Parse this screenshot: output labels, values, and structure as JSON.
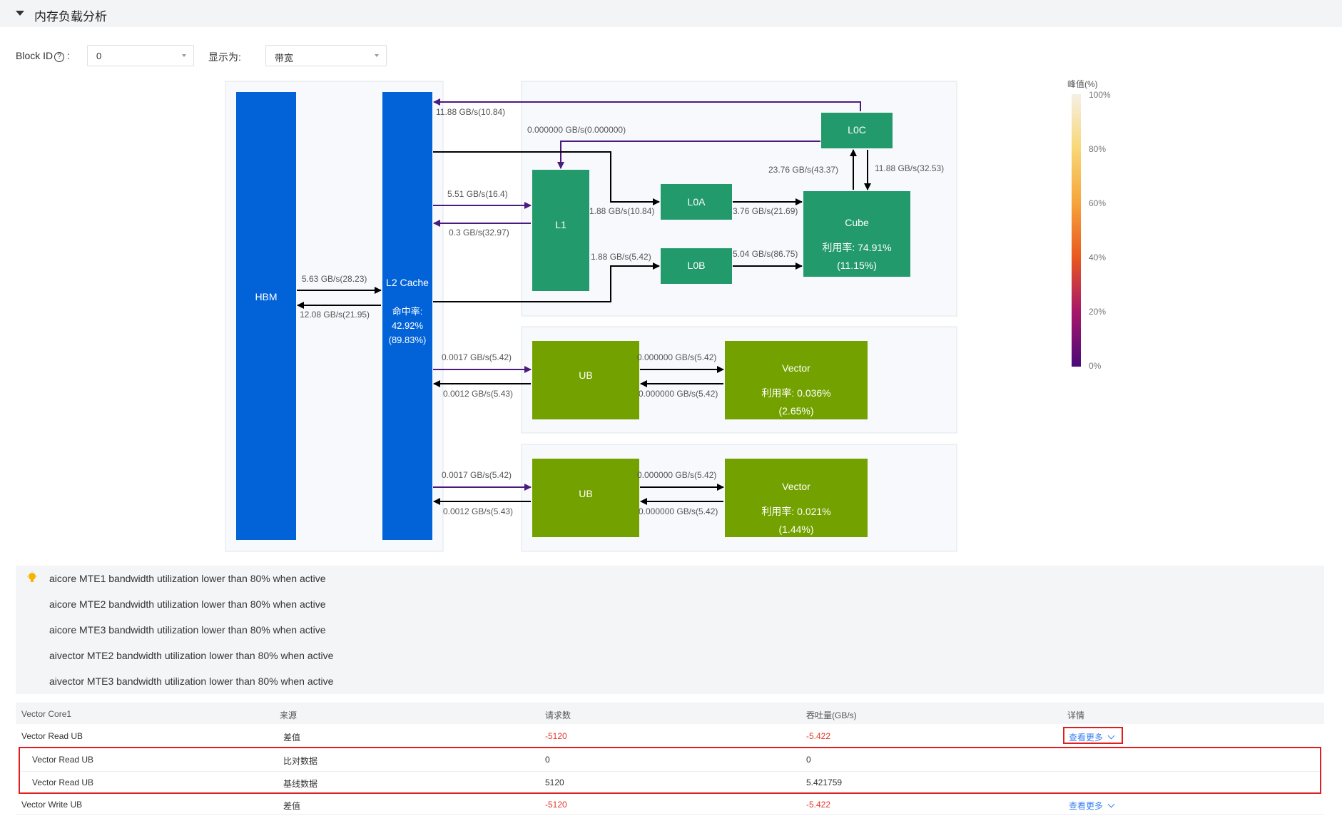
{
  "header": {
    "title": "内存负载分析"
  },
  "controls": {
    "block_label": "Block ID",
    "block_value": "0",
    "display_label": "显示为:",
    "display_value": "带宽"
  },
  "diagram": {
    "hbm": "HBM",
    "l2": {
      "name": "L2 Cache",
      "hit_label": "命中率:",
      "hit_value": "42.92%",
      "hit_extra": "(89.83%)"
    },
    "l1": "L1",
    "l0a": "L0A",
    "l0b": "L0B",
    "l0c": "L0C",
    "cube": {
      "name": "Cube",
      "util": "利用率: 74.91%",
      "util_extra": "(11.15%)"
    },
    "ub1": "UB",
    "ub2": "UB",
    "vector1": {
      "name": "Vector",
      "util": "利用率: 0.036%",
      "util_extra": "(2.65%)"
    },
    "vector2": {
      "name": "Vector",
      "util": "利用率: 0.021%",
      "util_extra": "(1.44%)"
    },
    "labels": {
      "hbm_to_l2": "5.63 GB/s(28.23)",
      "l2_to_hbm": "12.08 GB/s(21.95)",
      "l0c_to_l2": "11.88 GB/s(10.84)",
      "l0c_to_l1": "0.000000 GB/s(0.000000)",
      "l2_to_l1": "5.51 GB/s(16.4)",
      "l1_to_l2": "0.3 GB/s(32.97)",
      "l1_to_l0a": "1.88 GB/s(10.84)",
      "l1_to_l0b": "1.88 GB/s(5.42)",
      "l0a_to_cube": "3.76 GB/s(21.69)",
      "l0b_to_cube": "5.04 GB/s(86.75)",
      "cube_to_l0c": "23.76 GB/s(43.37)",
      "l0c_to_cube": "11.88 GB/s(32.53)",
      "l2_to_ub1": "0.0017 GB/s(5.42)",
      "ub1_to_l2": "0.0012 GB/s(5.43)",
      "ub1_to_vec1": "0.000000 GB/s(5.42)",
      "vec1_to_ub1": "0.000000 GB/s(5.42)",
      "l2_to_ub2": "0.0017 GB/s(5.42)",
      "ub2_to_l2": "0.0012 GB/s(5.43)",
      "ub2_to_vec2": "0.000000 GB/s(5.42)",
      "vec2_to_ub2": "0.000000 GB/s(5.42)"
    }
  },
  "legend": {
    "title": "峰值(%)",
    "ticks": [
      "100%",
      "80%",
      "60%",
      "40%",
      "20%",
      "0%"
    ]
  },
  "advice": [
    "aicore MTE1 bandwidth utilization lower than 80% when active",
    "aicore MTE2 bandwidth utilization lower than 80% when active",
    "aicore MTE3 bandwidth utilization lower than 80% when active",
    "aivector MTE2 bandwidth utilization lower than 80% when active",
    "aivector MTE3 bandwidth utilization lower than 80% when active"
  ],
  "table": {
    "headers": [
      "Vector Core1",
      "来源",
      "请求数",
      "吞吐量(GB/s)",
      "详情"
    ],
    "rows": [
      {
        "name": "Vector Read UB",
        "source": "差值",
        "requests": "-5120",
        "throughput": "-5.422",
        "detail": "查看更多"
      },
      {
        "name": "Vector Read UB",
        "source": "比对数据",
        "requests": "0",
        "throughput": "0",
        "detail": ""
      },
      {
        "name": "Vector Read UB",
        "source": "基线数据",
        "requests": "5120",
        "throughput": "5.421759",
        "detail": ""
      },
      {
        "name": "Vector Write UB",
        "source": "差值",
        "requests": "-5120",
        "throughput": "-5.422",
        "detail": "查看更多"
      }
    ]
  },
  "colors": {
    "blue": "#0263d9",
    "green": "#239a6c",
    "olive": "#73a200",
    "purple": "#4b1a7e",
    "highlight": "#e02020"
  }
}
